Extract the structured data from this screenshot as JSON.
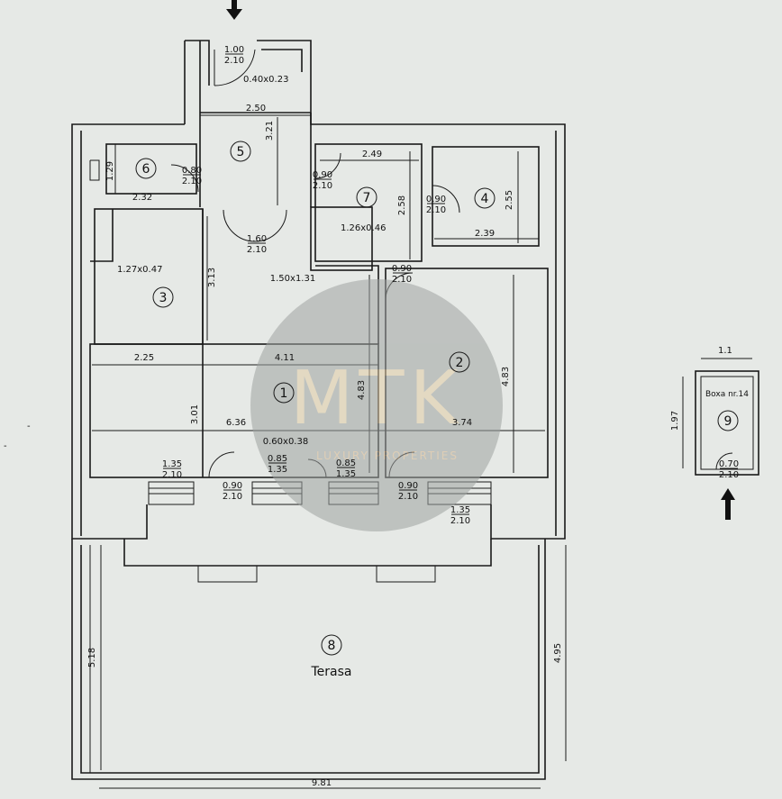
{
  "rooms": [
    {
      "id": "1",
      "label": "1"
    },
    {
      "id": "2",
      "label": "2"
    },
    {
      "id": "3",
      "label": "3"
    },
    {
      "id": "4",
      "label": "4"
    },
    {
      "id": "5",
      "label": "5"
    },
    {
      "id": "6",
      "label": "6"
    },
    {
      "id": "7",
      "label": "7"
    },
    {
      "id": "8",
      "label": "8",
      "name": "Terasa"
    },
    {
      "id": "9",
      "label": "9",
      "name": "Boxa nr.14"
    }
  ],
  "dimensions": {
    "entry_door": "1.00",
    "entry_door_h": "2.10",
    "entry_niche": "0.40x0.23",
    "hall_width": "2.50",
    "hall_length": "3.21",
    "r6_h": "1.29",
    "r6_w": "2.32",
    "r6_door": "0.80",
    "r6_door_h": "2.10",
    "hall_arch": "1.60",
    "hall_arch_h": "2.10",
    "r7_width": "2.49",
    "r7_door": "0.90",
    "r7_door_h": "2.10",
    "r7_length": "2.58",
    "r7_niche": "1.26x0.46",
    "r4_door": "0.90",
    "r4_door_h": "2.10",
    "r4_h": "2.55",
    "r4_w": "2.39",
    "r3_niche": "1.27x0.47",
    "r3_h": "3.13",
    "closet": "1.50x1.31",
    "r2_door": "0.90",
    "r2_door_h": "2.10",
    "r2_h": "4.83",
    "r1_w1": "2.25",
    "r1_w2": "4.11",
    "r1_h": "4.83",
    "r1_h2": "3.01",
    "r1_w3": "6.36",
    "r2_w": "3.74",
    "col": "0.60x0.38",
    "win1": "1.35",
    "win1_h": "2.10",
    "door1": "0.90",
    "door1_h": "2.10",
    "win2": "0.85",
    "win2_h": "1.35",
    "win3": "0.85",
    "win3_h": "1.35",
    "door2": "0.90",
    "door2_h": "2.10",
    "win4": "1.35",
    "win4_h": "2.10",
    "terrace_h_left": "5.18",
    "terrace_h_right": "4.95",
    "terrace_w": "9.81",
    "box_w": "1.1",
    "box_h": "1.97",
    "box_door": "0.70",
    "box_door_h": "2.10"
  },
  "watermark": {
    "monogram": "MTK",
    "tagline": "LUXURY PROPERTIES"
  }
}
